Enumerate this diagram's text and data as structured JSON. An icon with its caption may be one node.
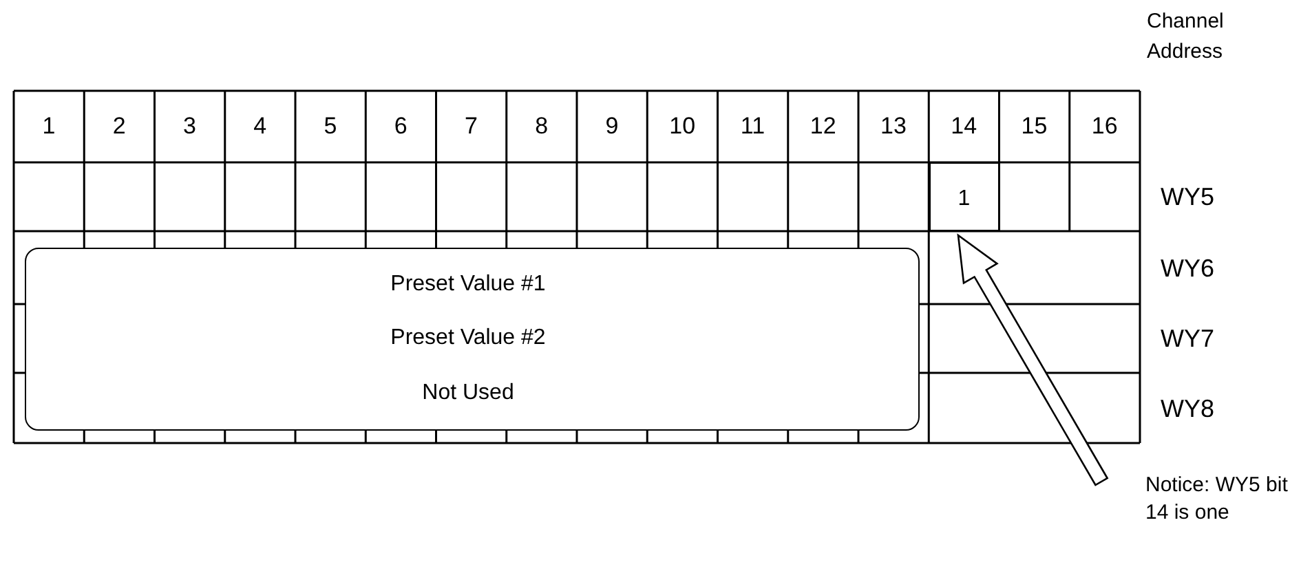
{
  "diagram": {
    "nodes": [
      {
        "text": [
          "Preset Value #1",
          "Preset Value #2",
          "Not Used"
        ]
      },
      {
        "text": [
          "Notice: WY5 bit 14 is one"
        ]
      },
      {
        "text": [
          "1"
        ]
      }
    ],
    "edges": [
      {
        "from": 1,
        "to": 2,
        "arrow": "to"
      }
    ],
    "labels": [
      "Channel Address",
      "1",
      "2",
      "3",
      "4",
      "5",
      "6",
      "7",
      "8",
      "9",
      "10",
      "11",
      "12",
      "13",
      "14",
      "15",
      "16",
      "WY5",
      "WY6",
      "WY7",
      "WY8"
    ]
  }
}
